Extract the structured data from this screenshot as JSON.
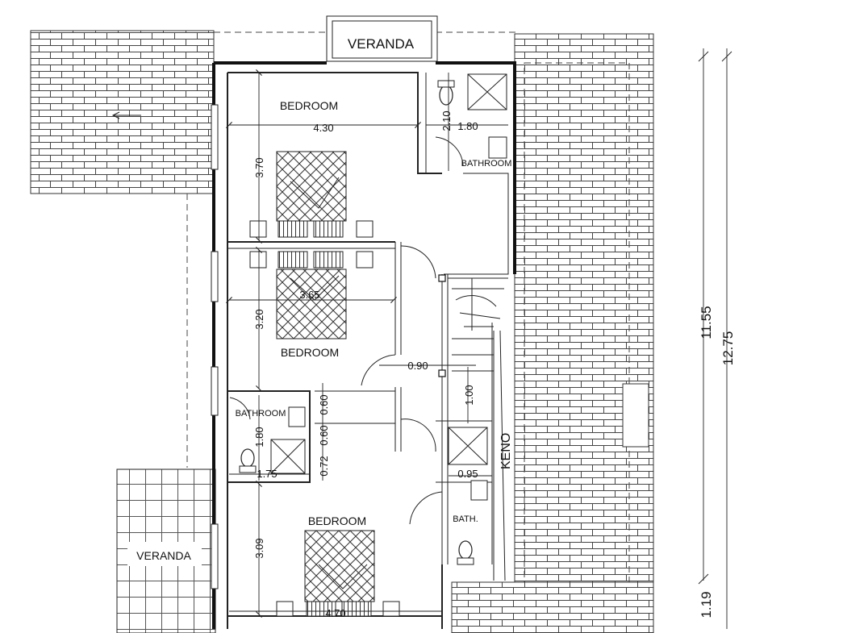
{
  "rooms": {
    "veranda_top": "VERANDA",
    "veranda_left": "VERANDA",
    "bedroom_top": "BEDROOM",
    "bedroom_middle": "BEDROOM",
    "bedroom_bottom": "BEDROOM",
    "bathroom_top": "BATHROOM",
    "bathroom_left": "BATHROOM",
    "bath_small": "BATH.",
    "void": "KENO"
  },
  "dimensions": {
    "bedroom_top_width": "4.30",
    "bedroom_top_depth": "3.70",
    "bathroom_top_depth": "2.10",
    "bathroom_top_width": "1.80",
    "bedroom_middle_width": "3.65",
    "bedroom_middle_depth": "3.20",
    "hall_width": "0.90",
    "hall_depth": "1.00",
    "bath_left_depth": "1.80",
    "bath_left_width": "1.75",
    "bath_left_seg_a": "0.60",
    "bath_left_seg_b": "0.60",
    "bath_left_seg_c": "0.72",
    "bath_small_width": "0.95",
    "bedroom_bottom_depth": "3.09",
    "bedroom_bottom_width": "4.70",
    "overall_inner": "11.55",
    "overall_total": "12.75",
    "overall_segment": "1.19"
  }
}
